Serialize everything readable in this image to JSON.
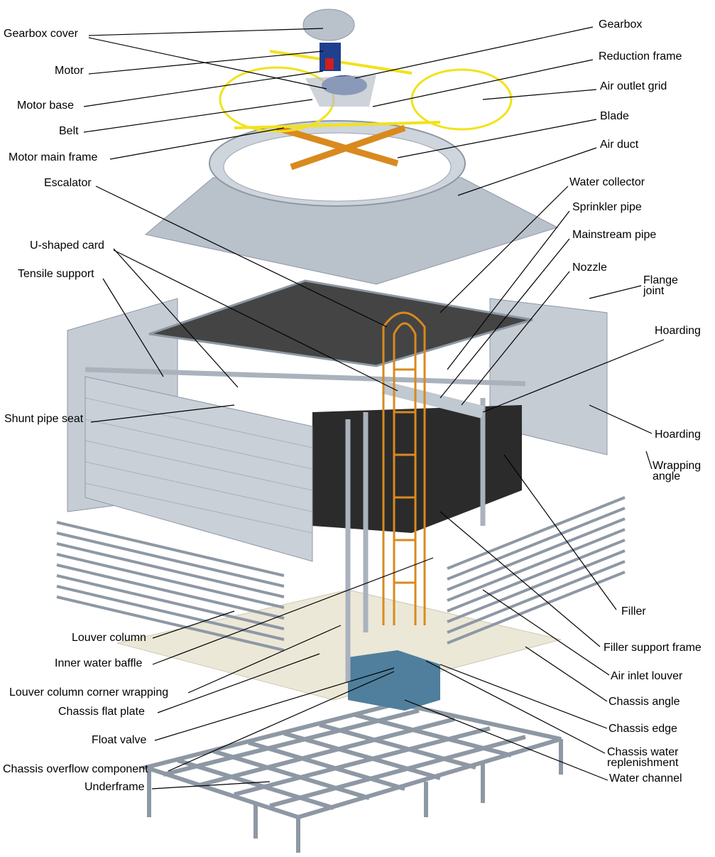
{
  "left_labels": [
    "Gearbox cover",
    "Motor",
    "Motor base",
    "Belt",
    "Motor main frame",
    "Escalator",
    "U-shaped card",
    "Tensile support",
    "Shunt pipe seat",
    "Louver column",
    "Inner water baffle",
    "Louver column corner wrapping",
    "Chassis flat plate",
    "Float valve",
    "Chassis overflow component",
    "Underframe"
  ],
  "right_labels": [
    "Gearbox",
    "Reduction frame",
    "Air outlet grid",
    "Blade",
    "Air duct",
    "Water collector",
    "Sprinkler pipe",
    "Mainstream pipe",
    "Nozzle",
    "Flange joint",
    "Hoarding",
    "Hoarding",
    "Wrapping angle",
    "Filler",
    "Filler support frame",
    "Air inlet louver",
    "Chassis angle",
    "Chassis edge",
    "Chassis water replenishment",
    "Water channel"
  ],
  "colors": {
    "steel": "#b9c1cb",
    "steel_dark": "#8e98a4",
    "grid": "#f2e21a",
    "ladder": "#d98a1e",
    "filler": "#2b2b2b",
    "plate": "#ece8d8",
    "channel": "#4f7f9c",
    "motor_red": "#d0201a",
    "motor_blue": "#1f3f8f"
  }
}
